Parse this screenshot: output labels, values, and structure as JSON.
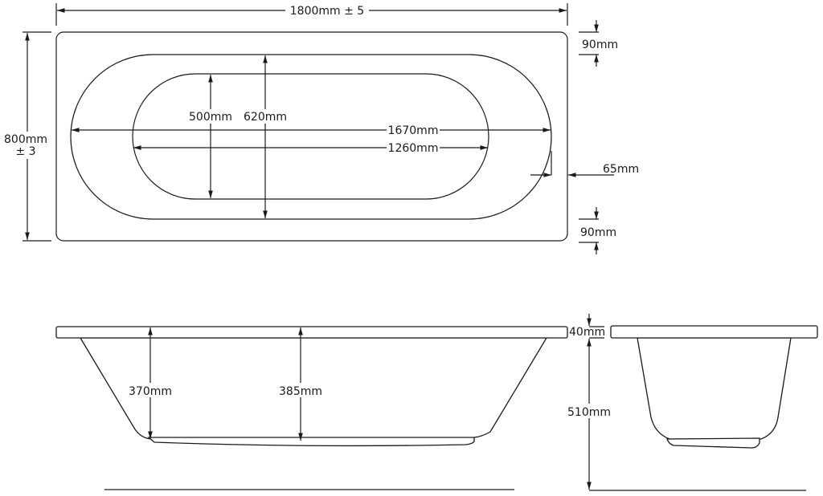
{
  "plan_view": {
    "overall_length": "1800mm ± 5",
    "overall_width": "800mm",
    "width_tolerance": "± 3",
    "inner_width": "500mm",
    "outer_width": "620mm",
    "outer_length": "1670mm",
    "inner_length": "1260mm",
    "rim_side": "65mm",
    "rim_top": "90mm",
    "rim_bottom": "90mm"
  },
  "side_view": {
    "depth_end": "370mm",
    "depth_center": "385mm",
    "rim_thickness": "40mm",
    "body_height": "510mm"
  },
  "colors": {
    "line": "#1a1a1a",
    "background": "#ffffff"
  }
}
